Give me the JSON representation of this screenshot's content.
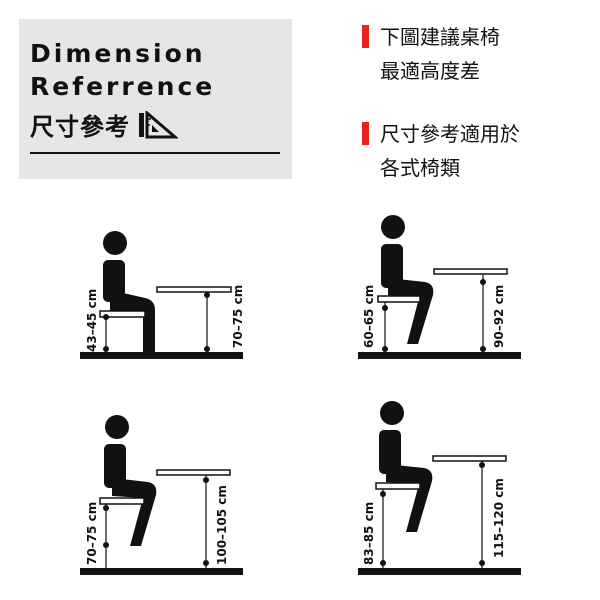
{
  "title": {
    "line1": "Dimension",
    "line2": "Referrence",
    "line3": "尺寸參考",
    "icon": "triangle-ruler-icon"
  },
  "notes": [
    {
      "line1": "下圖建議桌椅",
      "line2": "最適高度差"
    },
    {
      "line1": "尺寸參考適用於",
      "line2": "各式椅類"
    }
  ],
  "accent_color": "#e8231f",
  "scenes": [
    {
      "seat_label": "43–45 cm",
      "table_label": "70–75 cm"
    },
    {
      "seat_label": "60–65 cm",
      "table_label": "90–92 cm"
    },
    {
      "seat_label": "70–75 cm",
      "table_label": "100–105 cm"
    },
    {
      "seat_label": "83–85 cm",
      "table_label": "115–120 cm"
    }
  ]
}
